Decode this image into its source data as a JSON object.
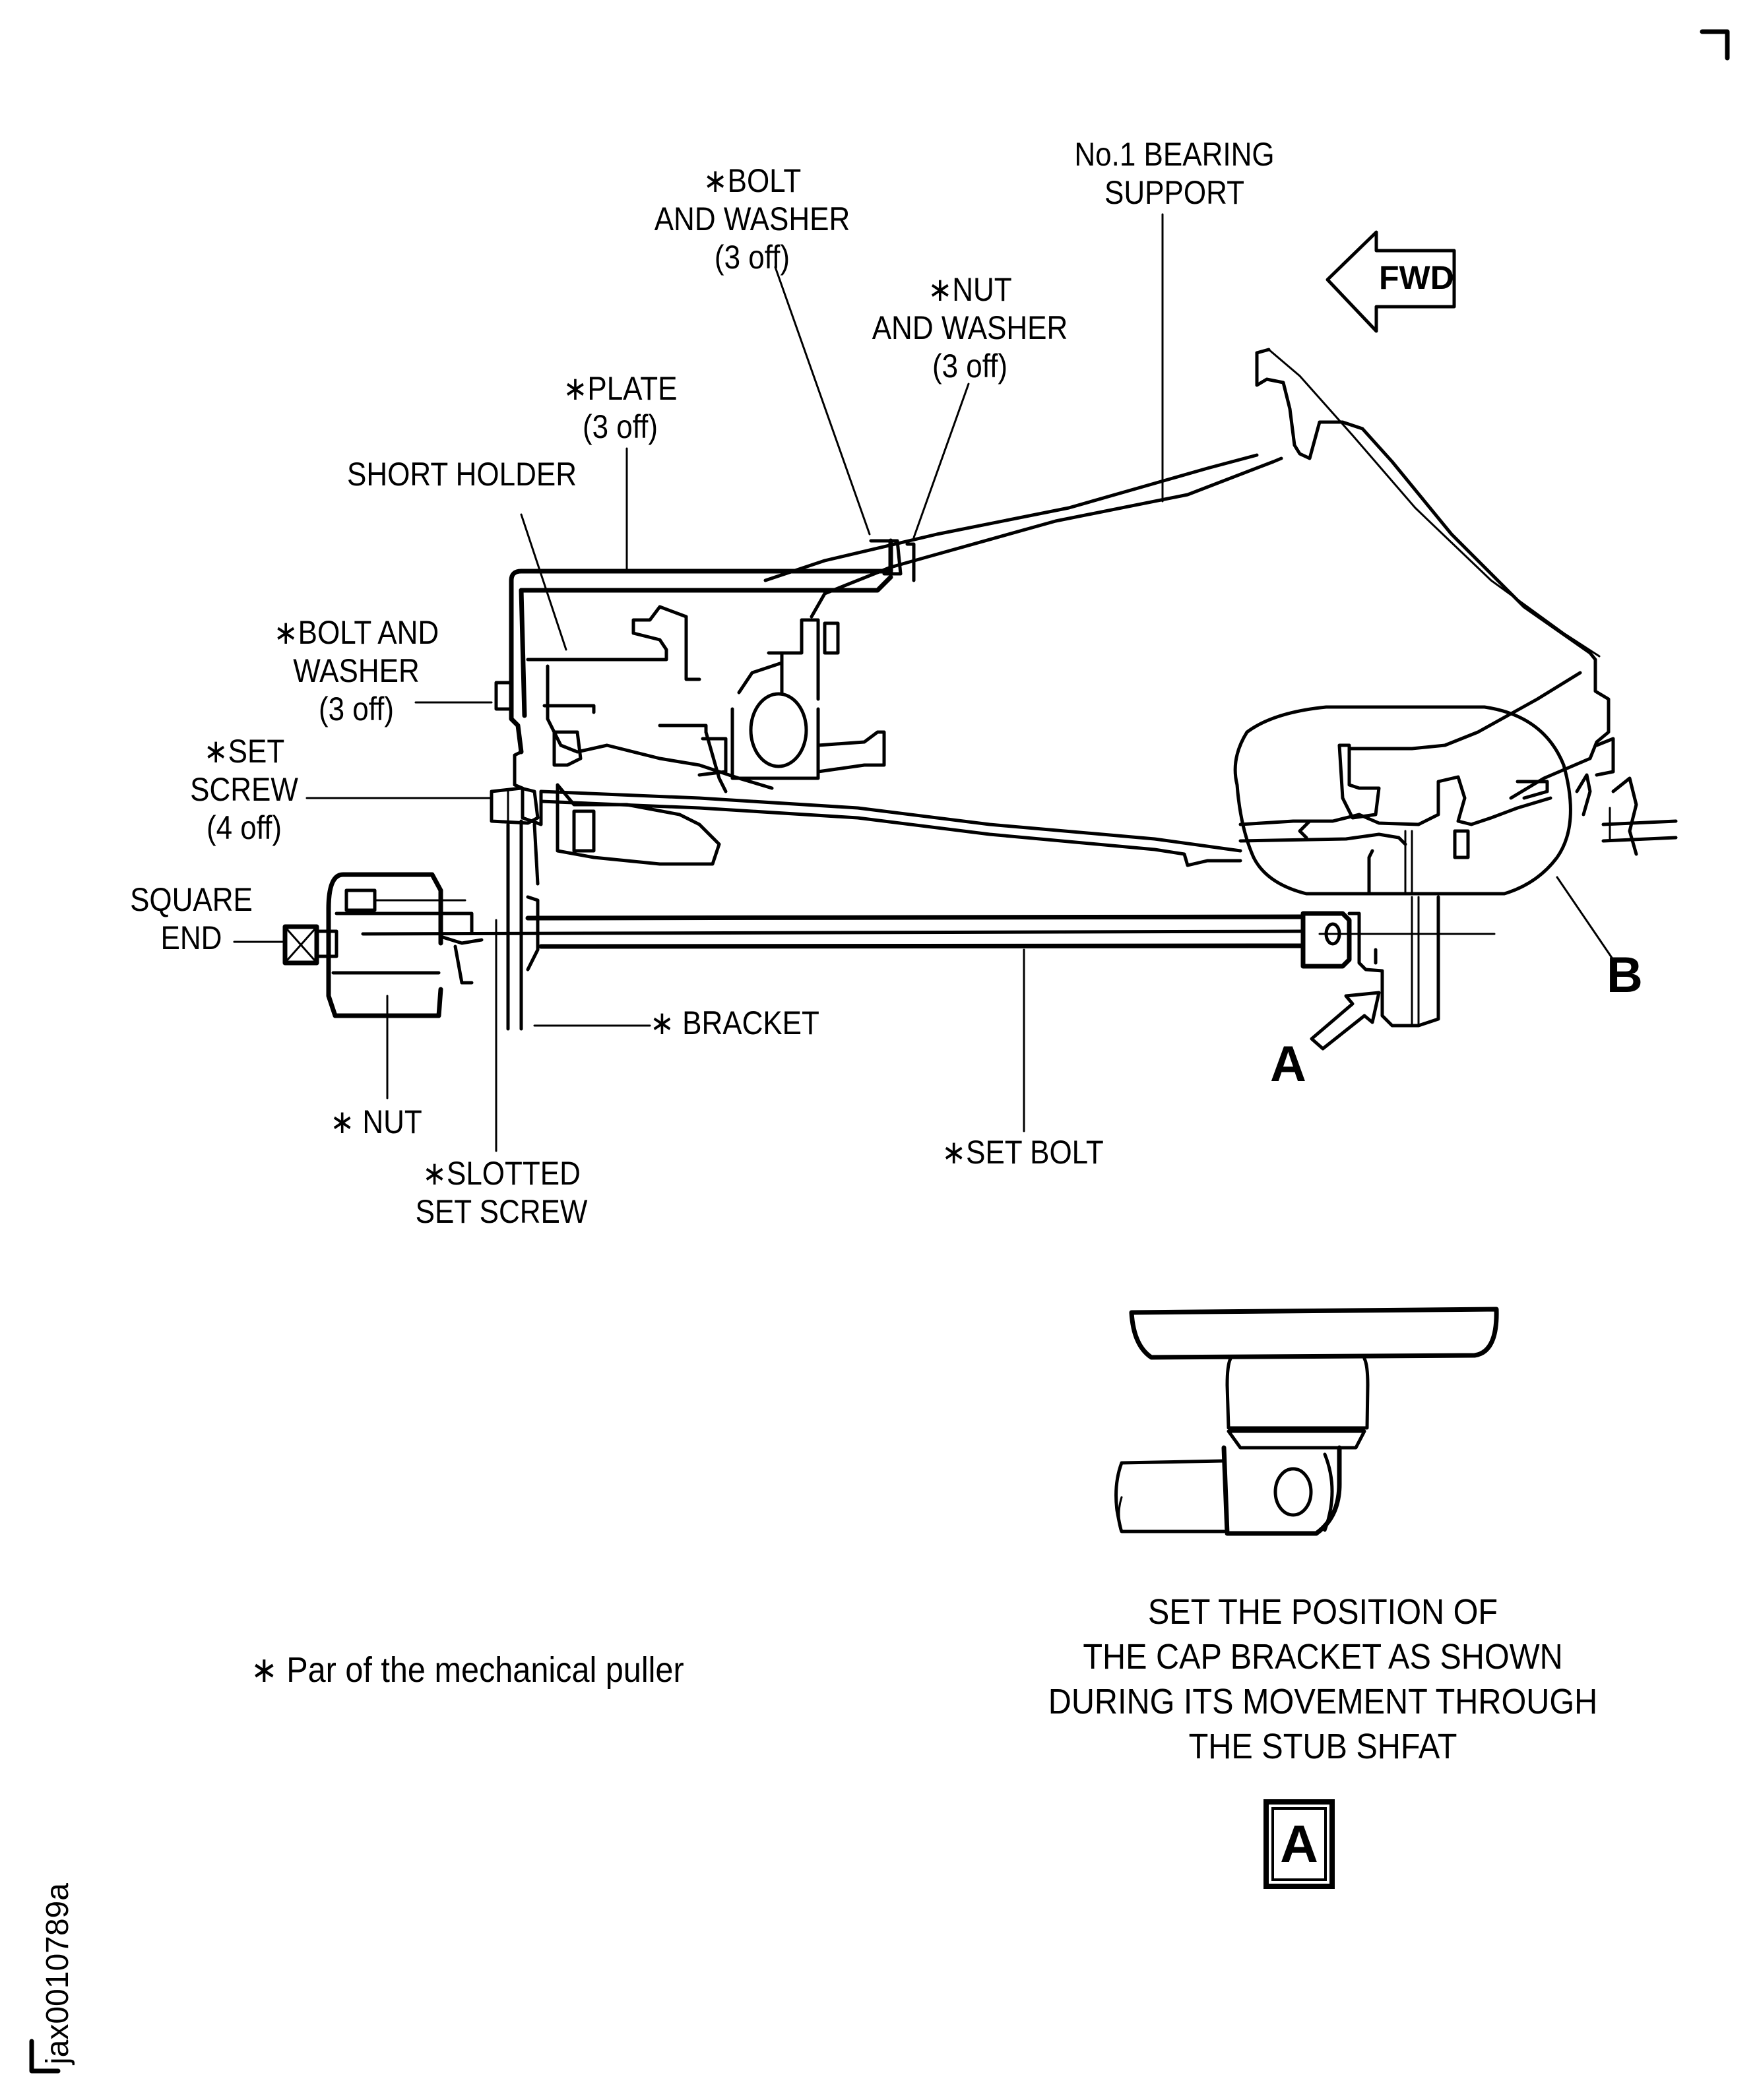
{
  "diagram": {
    "title": "Mechanical puller installation on No.1 bearing support",
    "direction_indicator": "FWD",
    "reference_id": "jax0010789a",
    "labels": {
      "bolt_and_washer_top": [
        "∗BOLT",
        "AND  WASHER",
        "(3 off)"
      ],
      "nut_and_washer": [
        "∗NUT",
        "AND  WASHER",
        "(3 off)"
      ],
      "bearing_support": [
        "No.1  BEARING",
        "SUPPORT"
      ],
      "plate": [
        "∗PLATE",
        "(3 off)"
      ],
      "short_holder": "SHORT HOLDER",
      "bolt_and_washer_left": [
        "∗BOLT  AND",
        "WASHER",
        "(3 off)"
      ],
      "set_screw": [
        "∗SET",
        "SCREW",
        "(4 off)"
      ],
      "square_end": [
        "SQUARE",
        "END"
      ],
      "bracket": "∗ BRACKET",
      "nut": "∗ NUT",
      "slotted_set_screw": [
        "∗SLOTTED",
        "SET  SCREW"
      ],
      "set_bolt": "∗SET BOLT"
    },
    "callouts": {
      "view_a": "A",
      "detail_b": "B"
    },
    "detail_view": {
      "caption": [
        "SET THE POSITION OF",
        "THE CAP BRACKET AS SHOWN",
        "DURING ITS MOVEMENT THROUGH",
        "THE STUB SHFAT"
      ],
      "view_label": "A"
    },
    "footnote": "∗ Par of the mechanical puller"
  }
}
